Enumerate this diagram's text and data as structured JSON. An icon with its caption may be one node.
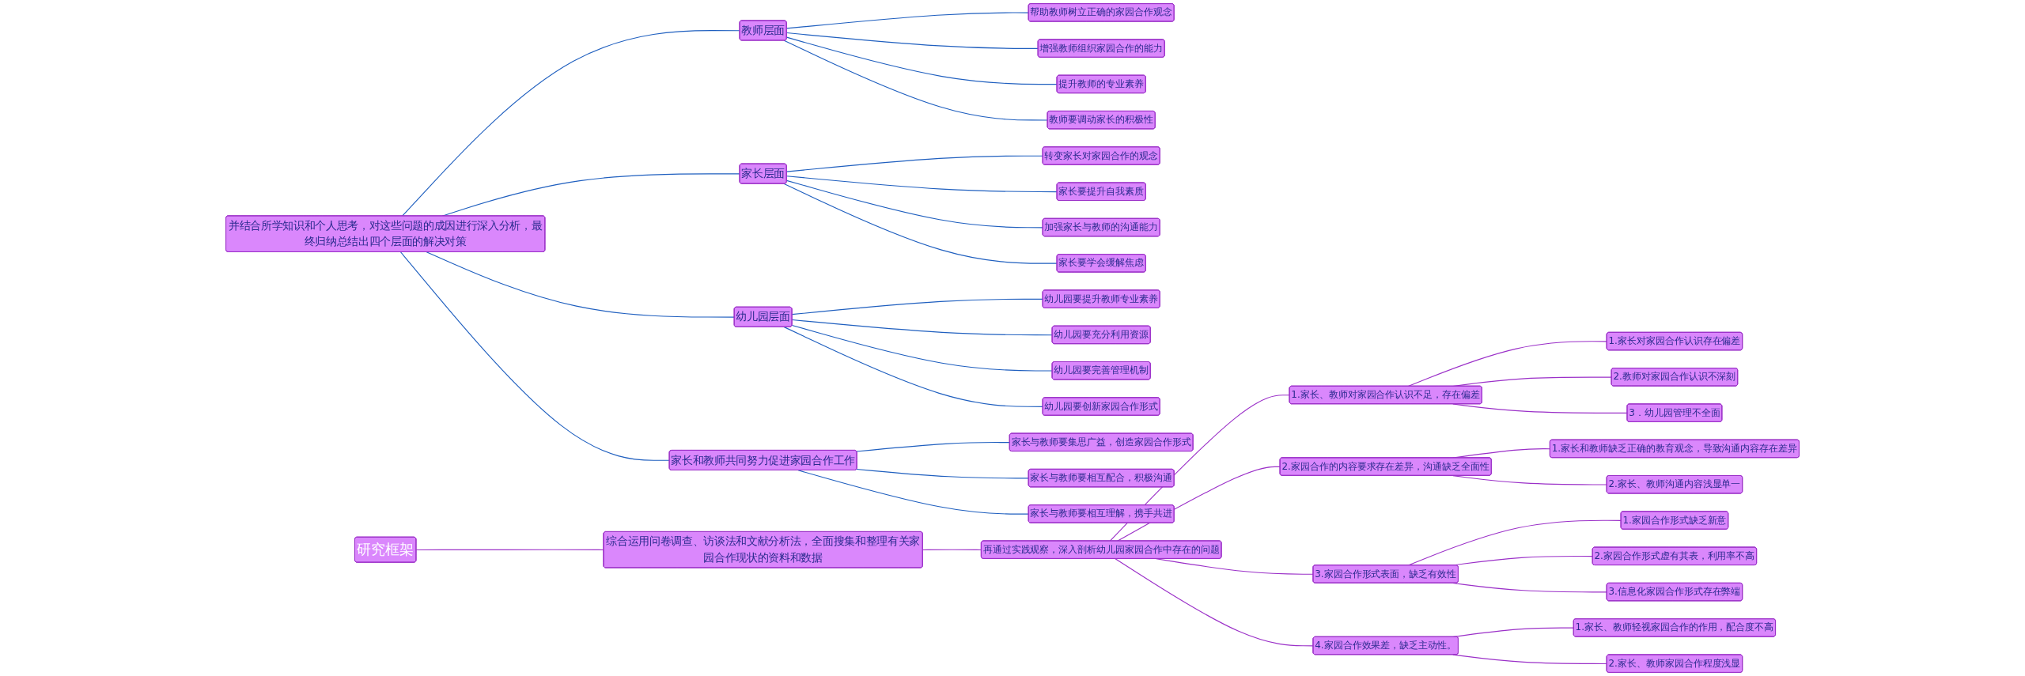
{
  "diagram": {
    "nodes": [
      {
        "text": [
          "研究框架"
        ]
      },
      {
        "text": [
          "综合运用问卷调查、访谈法和文献分析法，全面搜集和整理有关家园合作现状的资料和数据"
        ]
      },
      {
        "text": [
          "再通过实践观察，深入剖析幼儿园家园合作中存在的问题"
        ]
      },
      {
        "text": [
          "1.家长、教师对家园合作认识不足，存在偏差"
        ]
      },
      {
        "text": [
          "1.家长对家园合作认识存在偏差"
        ]
      },
      {
        "text": [
          "2.教师对家园合作认识不深刻"
        ]
      },
      {
        "text": [
          "3．幼儿园管理不全面"
        ]
      },
      {
        "text": [
          "2.家园合作的内容要求存在差异，沟通缺乏全面性"
        ]
      },
      {
        "text": [
          "1.家长和教师缺乏正确的教育观念，导致沟通内容存在差异"
        ]
      },
      {
        "text": [
          "2.家长、教师沟通内容浅显单一"
        ]
      },
      {
        "text": [
          "3.家园合作形式表面，缺乏有效性"
        ]
      },
      {
        "text": [
          "1.家园合作形式缺乏新意"
        ]
      },
      {
        "text": [
          "2.家园合作形式虚有其表，利用率不高"
        ]
      },
      {
        "text": [
          "3.信息化家园合作形式存在弊端"
        ]
      },
      {
        "text": [
          "4.家园合作效果差，缺乏主动性。"
        ]
      },
      {
        "text": [
          "1.家长、教师轻视家园合作的作用，配合度不高"
        ]
      },
      {
        "text": [
          "2.家长、教师家园合作程度浅显"
        ]
      },
      {
        "text": [
          "并结合所学知识和个人思考，对这些问题的成因进行深入分析，最终归纳总结出四个层面的解决对策"
        ]
      },
      {
        "text": [
          "教师层面"
        ]
      },
      {
        "text": [
          "帮助教师树立正确的家园合作观念"
        ]
      },
      {
        "text": [
          "增强教师组织家园合作的能力"
        ]
      },
      {
        "text": [
          "提升教师的专业素养"
        ]
      },
      {
        "text": [
          "教师要调动家长的积极性"
        ]
      },
      {
        "text": [
          "家长层面"
        ]
      },
      {
        "text": [
          "转变家长对家园合作的观念"
        ]
      },
      {
        "text": [
          "家长要提升自我素质"
        ]
      },
      {
        "text": [
          "加强家长与教师的沟通能力"
        ]
      },
      {
        "text": [
          "家长要学会缓解焦虑"
        ]
      },
      {
        "text": [
          "幼儿园层面"
        ]
      },
      {
        "text": [
          "幼儿园要提升教师专业素养"
        ]
      },
      {
        "text": [
          "幼儿园要充分利用资源"
        ]
      },
      {
        "text": [
          "幼儿园要完善管理机制"
        ]
      },
      {
        "text": [
          "幼儿园要创新家园合作形式"
        ]
      },
      {
        "text": [
          "家长和教师共同努力促进家园合作工作"
        ]
      },
      {
        "text": [
          "家长与教师要集思广益，创造家园合作形式"
        ]
      },
      {
        "text": [
          "家长与教师要相互配合，积极沟通"
        ]
      },
      {
        "text": [
          "家长与教师要相互理解，携手共进"
        ]
      }
    ],
    "edges": [
      {
        "from": 0,
        "to": 1,
        "arrow": "none",
        "color": "#9b30c8"
      },
      {
        "from": 1,
        "to": 2,
        "arrow": "none",
        "color": "#9b30c8"
      },
      {
        "from": 2,
        "to": 3,
        "arrow": "none",
        "color": "#9b30c8"
      },
      {
        "from": 3,
        "to": 4,
        "arrow": "none",
        "color": "#9b30c8"
      },
      {
        "from": 3,
        "to": 5,
        "arrow": "none",
        "color": "#9b30c8"
      },
      {
        "from": 3,
        "to": 6,
        "arrow": "none",
        "color": "#9b30c8"
      },
      {
        "from": 2,
        "to": 7,
        "arrow": "none",
        "color": "#9b30c8"
      },
      {
        "from": 7,
        "to": 8,
        "arrow": "none",
        "color": "#9b30c8"
      },
      {
        "from": 7,
        "to": 9,
        "arrow": "none",
        "color": "#9b30c8"
      },
      {
        "from": 2,
        "to": 10,
        "arrow": "none",
        "color": "#9b30c8"
      },
      {
        "from": 10,
        "to": 11,
        "arrow": "none",
        "color": "#9b30c8"
      },
      {
        "from": 10,
        "to": 12,
        "arrow": "none",
        "color": "#9b30c8"
      },
      {
        "from": 10,
        "to": 13,
        "arrow": "none",
        "color": "#9b30c8"
      },
      {
        "from": 2,
        "to": 14,
        "arrow": "none",
        "color": "#9b30c8"
      },
      {
        "from": 14,
        "to": 15,
        "arrow": "none",
        "color": "#9b30c8"
      },
      {
        "from": 14,
        "to": 16,
        "arrow": "none",
        "color": "#9b30c8"
      },
      {
        "from": 17,
        "to": 18,
        "arrow": "none"
      },
      {
        "from": 18,
        "to": 19,
        "arrow": "none"
      },
      {
        "from": 18,
        "to": 20,
        "arrow": "none"
      },
      {
        "from": 18,
        "to": 21,
        "arrow": "none"
      },
      {
        "from": 18,
        "to": 22,
        "arrow": "none"
      },
      {
        "from": 17,
        "to": 23,
        "arrow": "none"
      },
      {
        "from": 23,
        "to": 24,
        "arrow": "none"
      },
      {
        "from": 23,
        "to": 25,
        "arrow": "none"
      },
      {
        "from": 23,
        "to": 26,
        "arrow": "none"
      },
      {
        "from": 23,
        "to": 27,
        "arrow": "none"
      },
      {
        "from": 17,
        "to": 28,
        "arrow": "none"
      },
      {
        "from": 28,
        "to": 29,
        "arrow": "none"
      },
      {
        "from": 28,
        "to": 30,
        "arrow": "none"
      },
      {
        "from": 28,
        "to": 31,
        "arrow": "none"
      },
      {
        "from": 28,
        "to": 32,
        "arrow": "none"
      },
      {
        "from": 17,
        "to": 33,
        "arrow": "none"
      },
      {
        "from": 33,
        "to": 34,
        "arrow": "none"
      },
      {
        "from": 33,
        "to": 35,
        "arrow": "none"
      },
      {
        "from": 33,
        "to": 36,
        "arrow": "none"
      }
    ]
  }
}
